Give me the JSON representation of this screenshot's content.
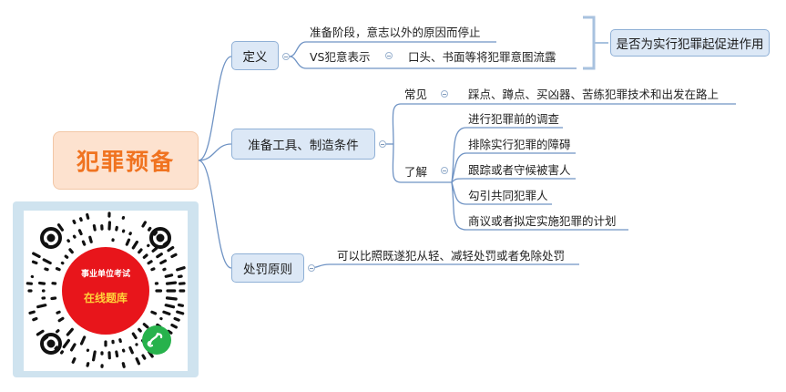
{
  "root": {
    "title": "犯罪预备"
  },
  "topics": {
    "definition": {
      "label": "定义",
      "text1": "准备阶段，意志以外的原因而停止",
      "vs_label": "VS犯意表示",
      "vs_text": "口头、书面等将犯罪意图流露",
      "summary": "是否为实行犯罪起促进作用"
    },
    "tools": {
      "label": "准备工具、制造条件",
      "common_label": "常见",
      "common_text": "踩点、蹲点、买凶器、苦练犯罪技术和出发在路上",
      "understand_label": "了解",
      "understand_items": [
        "进行犯罪前的调查",
        "排除实行犯罪的障碍",
        "跟踪或者守候被害人",
        "勾引共同犯罪人",
        "商议或者拟定实施犯罪的计划"
      ]
    },
    "punish": {
      "label": "处罚原则",
      "text": "可以比照既遂犯从轻、减轻处罚或者免除处罚"
    }
  },
  "qr": {
    "badge_line1": "事业单位考试",
    "badge_line2": "在线题库"
  },
  "colors": {
    "root_text": "#f07320",
    "line": "#6f93c4",
    "badge": "#e8151b",
    "mini_program": "#27b24c"
  }
}
